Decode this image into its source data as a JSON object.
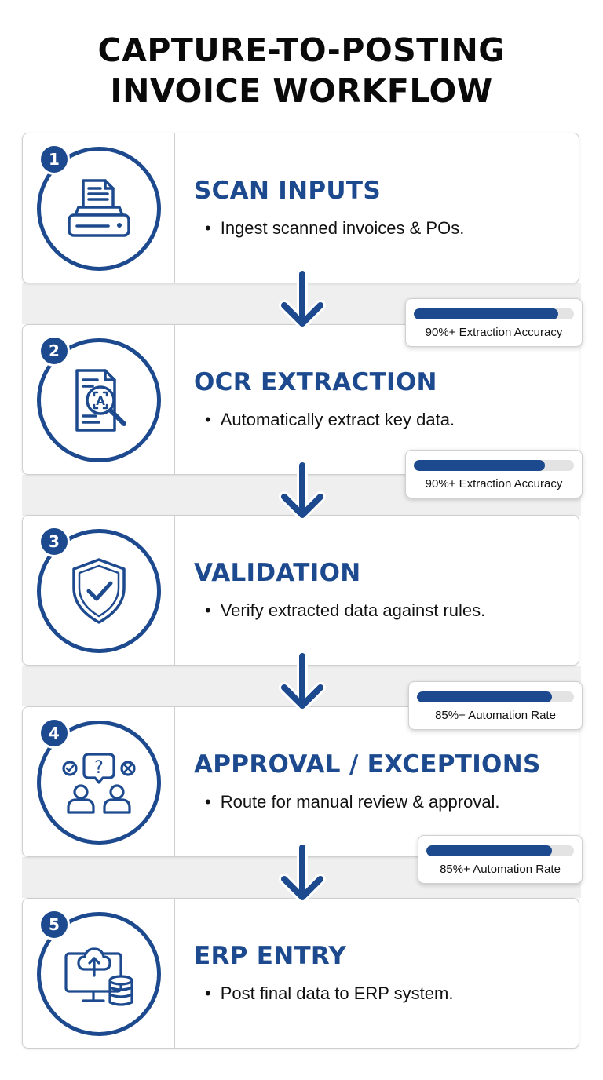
{
  "title": {
    "line1": "CAPTURE-TO-POSTING",
    "line2": "INVOICE WORKFLOW"
  },
  "colors": {
    "primary": "#1d4a8e",
    "band": "#efefef",
    "card_border": "#cfcfcf"
  },
  "steps": [
    {
      "number": "1",
      "heading": "SCAN INPUTS",
      "bullet": "Ingest scanned invoices & POs.",
      "icon": "scanner-document-icon"
    },
    {
      "number": "2",
      "heading": "OCR EXTRACTION",
      "bullet": "Automatically extract key data.",
      "icon": "document-magnifier-icon"
    },
    {
      "number": "3",
      "heading": "VALIDATION",
      "bullet": "Verify extracted data against rules.",
      "icon": "shield-check-icon"
    },
    {
      "number": "4",
      "heading": "APPROVAL / EXCEPTIONS",
      "bullet": "Route for manual review & approval.",
      "icon": "people-question-icon"
    },
    {
      "number": "5",
      "heading": "ERP ENTRY",
      "bullet": "Post final data to ERP system.",
      "icon": "monitor-cloud-database-icon"
    }
  ],
  "bullet_marker": "•",
  "metrics": [
    {
      "label": "90%+ Extraction Accuracy",
      "fill": 0.9
    },
    {
      "label": "90%+ Extraction Accuracy",
      "fill": 0.82
    },
    {
      "label": "85%+ Automation Rate",
      "fill": 0.86
    },
    {
      "label": "85%+ Automation Rate",
      "fill": 0.85
    }
  ]
}
